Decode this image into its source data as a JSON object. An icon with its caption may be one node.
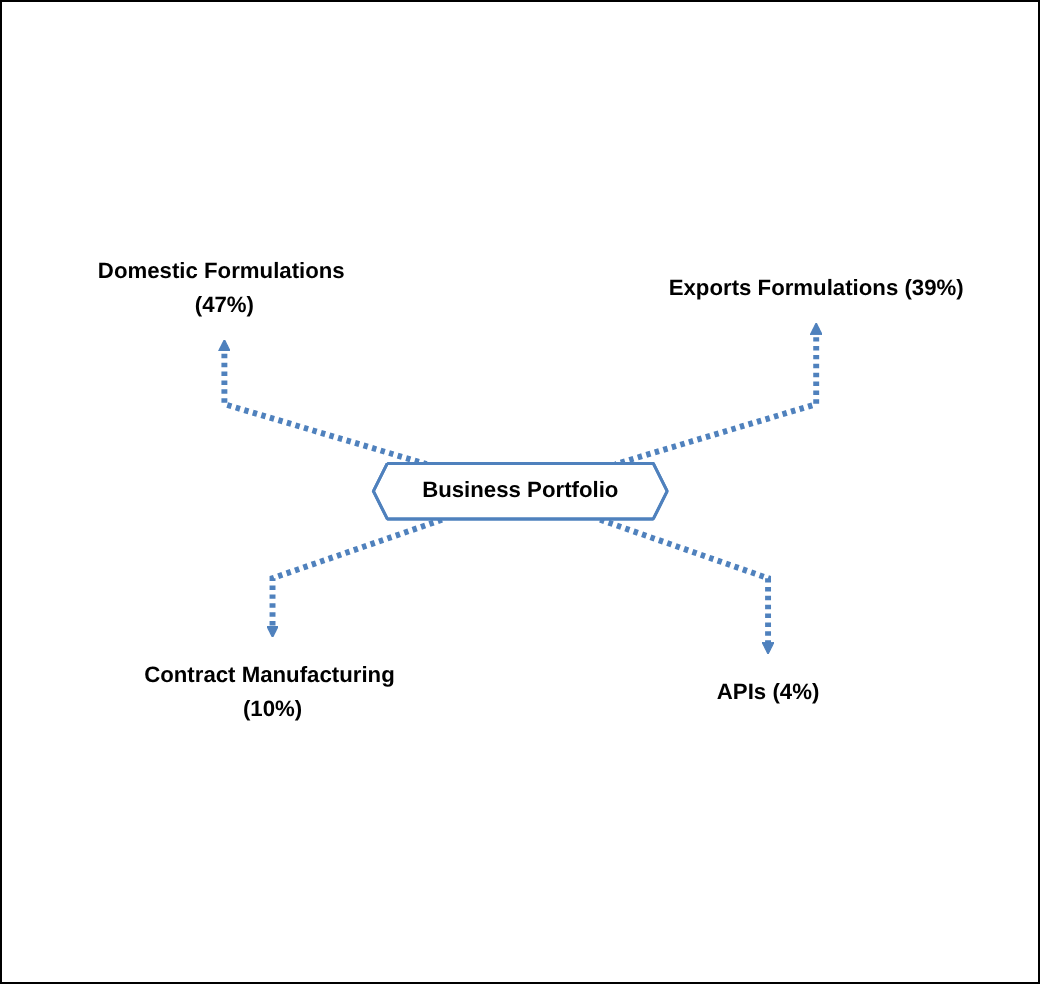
{
  "diagram": {
    "nodes": [
      {
        "text": [
          "Domestic Formulations (47%)"
        ]
      },
      {
        "text": [
          "Exports Formulations (39%)"
        ]
      },
      {
        "text": [
          "Business Portfolio"
        ]
      },
      {
        "text": [
          "Contract Manufacturing (10%)"
        ]
      },
      {
        "text": [
          "APIs (4%)"
        ]
      }
    ],
    "edges": [
      {
        "from": 2,
        "to": 0,
        "arrow": "to",
        "style": "dashed"
      },
      {
        "from": 2,
        "to": 1,
        "arrow": "to",
        "style": "dashed"
      },
      {
        "from": 2,
        "to": 3,
        "arrow": "to",
        "style": "dashed"
      },
      {
        "from": 2,
        "to": 4,
        "arrow": "to",
        "style": "dashed"
      }
    ]
  }
}
